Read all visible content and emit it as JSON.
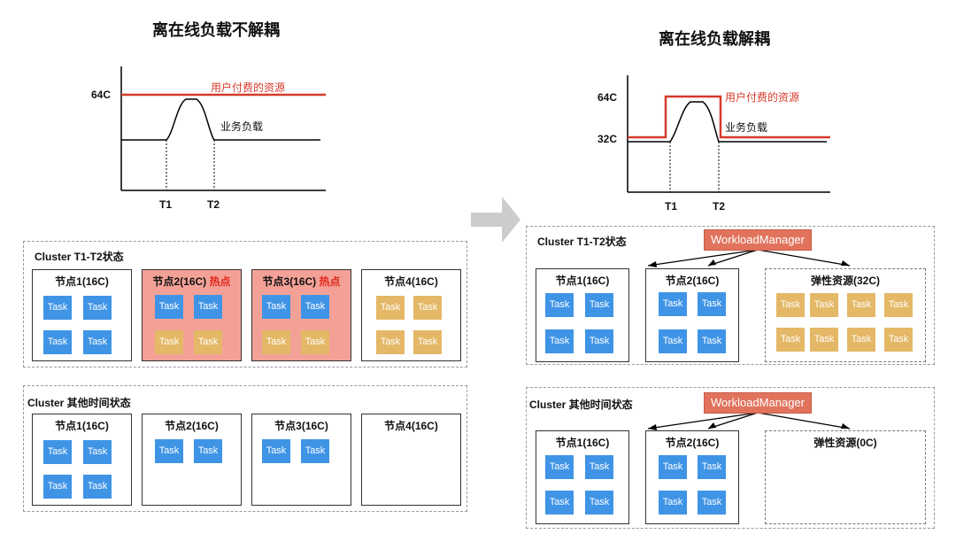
{
  "colors": {
    "task_blue": "#3f94e6",
    "task_orange": "#e4b866",
    "hot_bg": "#f3a197",
    "hot_text": "#e0281c",
    "resource_line": "#d63a2a",
    "manager_bg": "#e1735d",
    "arrow": "#cccccc"
  },
  "left": {
    "title": "离在线负载不解耦",
    "chart": {
      "y_tick": "64C",
      "resource_label": "用户付费的资源",
      "load_label": "业务负载",
      "t1": "T1",
      "t2": "T2"
    },
    "cluster_a": {
      "title": "Cluster  T1-T2状态",
      "nodes": [
        {
          "name": "节点1(16C)",
          "hot": "",
          "tasks": [
            "Task",
            "Task",
            "Task",
            "Task"
          ],
          "color": "blue"
        },
        {
          "name": "节点2(16C)",
          "hot": "热点",
          "tasks": [
            "Task",
            "Task",
            "Task",
            "Task"
          ],
          "color": "mixed"
        },
        {
          "name": "节点3(16C)",
          "hot": "热点",
          "tasks": [
            "Task",
            "Task",
            "Task",
            "Task"
          ],
          "color": "mixed"
        },
        {
          "name": "节点4(16C)",
          "hot": "",
          "tasks": [
            "Task",
            "Task",
            "Task",
            "Task"
          ],
          "color": "orange"
        }
      ]
    },
    "cluster_b": {
      "title": "Cluster  其他时间状态",
      "nodes": [
        {
          "name": "节点1(16C)",
          "tasks": [
            "Task",
            "Task",
            "Task",
            "Task"
          ]
        },
        {
          "name": "节点2(16C)",
          "tasks": [
            "Task",
            "Task"
          ]
        },
        {
          "name": "节点3(16C)",
          "tasks": [
            "Task",
            "Task"
          ]
        },
        {
          "name": "节点4(16C)",
          "tasks": []
        }
      ]
    }
  },
  "right": {
    "title": "离在线负载解耦",
    "chart": {
      "y_tick_high": "64C",
      "y_tick_low": "32C",
      "resource_label": "用户付费的资源",
      "load_label": "业务负载",
      "t1": "T1",
      "t2": "T2"
    },
    "cluster_a": {
      "title": "Cluster  T1-T2状态",
      "manager": "WorkloadManager",
      "nodes": [
        {
          "name": "节点1(16C)",
          "tasks": [
            "Task",
            "Task",
            "Task",
            "Task"
          ]
        },
        {
          "name": "节点2(16C)",
          "tasks": [
            "Task",
            "Task",
            "Task",
            "Task"
          ]
        }
      ],
      "elastic": {
        "name": "弹性资源(32C)",
        "tasks": [
          "Task",
          "Task",
          "Task",
          "Task",
          "Task",
          "Task",
          "Task",
          "Task"
        ]
      }
    },
    "cluster_b": {
      "title": "Cluster  其他时间状态",
      "manager": "WorkloadManager",
      "nodes": [
        {
          "name": "节点1(16C)",
          "tasks": [
            "Task",
            "Task",
            "Task",
            "Task"
          ]
        },
        {
          "name": "节点2(16C)",
          "tasks": [
            "Task",
            "Task",
            "Task",
            "Task"
          ]
        }
      ],
      "elastic": {
        "name": "弹性资源(0C)",
        "tasks": []
      }
    }
  }
}
